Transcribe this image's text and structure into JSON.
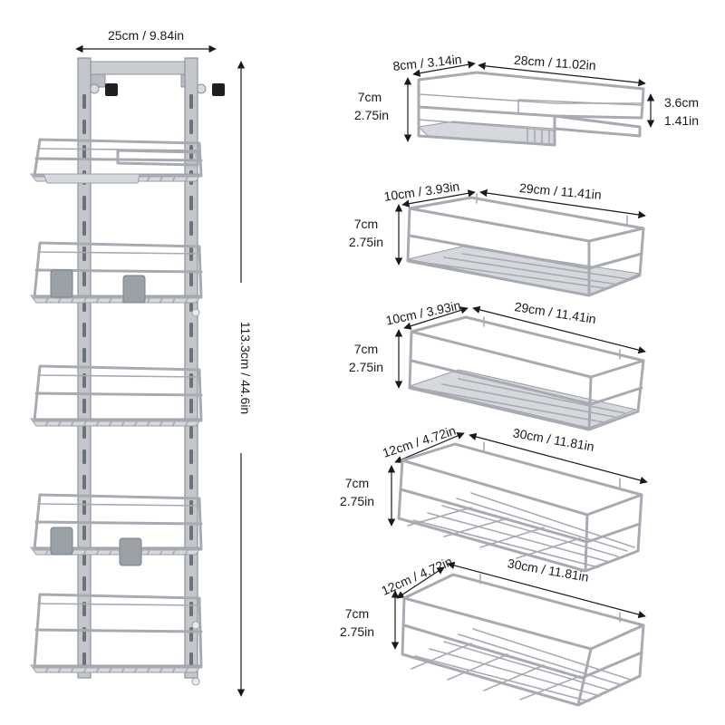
{
  "colors": {
    "metal": "#a7abb1",
    "metal_dark": "#8b9097",
    "text": "#1a1a1a",
    "hook": "#9aa1a6",
    "knob": "#1f1f1f"
  },
  "assembled_rack": {
    "width_label": "25cm / 9.84in",
    "height_label": "113.3cm / 44.6in"
  },
  "baskets": [
    {
      "depth_label": "8cm / 3.14in",
      "length_label": "28cm / 11.02in",
      "height_cm": "7cm",
      "height_in": "2.75in",
      "sub_height_cm": "3.6cm",
      "sub_height_in": "1.41in"
    },
    {
      "depth_label": "10cm / 3.93in",
      "length_label": "29cm / 11.41in",
      "height_cm": "7cm",
      "height_in": "2.75in"
    },
    {
      "depth_label": "10cm / 3.93in",
      "length_label": "29cm / 11.41in",
      "height_cm": "7cm",
      "height_in": "2.75in"
    },
    {
      "depth_label": "12cm / 4.72in",
      "length_label": "30cm / 11.81in",
      "height_cm": "7cm",
      "height_in": "2.75in"
    },
    {
      "depth_label": "12cm / 4.72in",
      "length_label": "30cm / 11.81in",
      "height_cm": "7cm",
      "height_in": "2.75in"
    }
  ]
}
